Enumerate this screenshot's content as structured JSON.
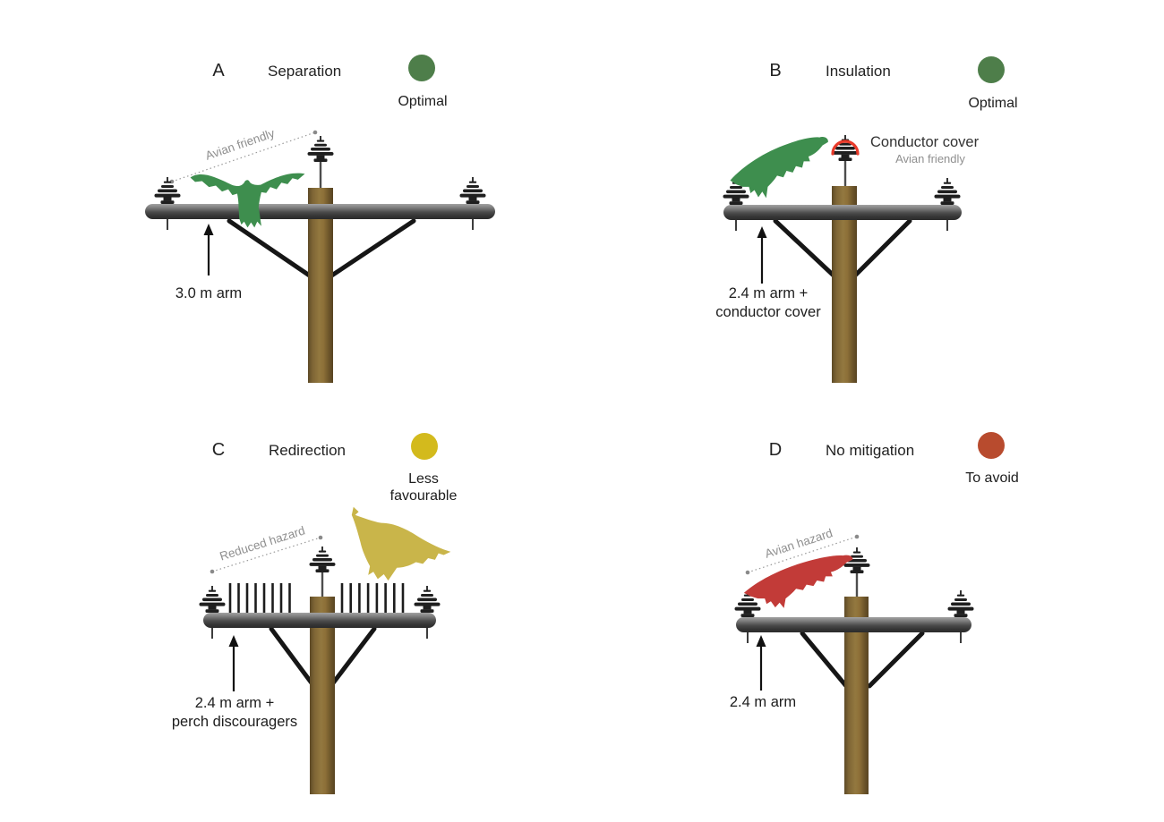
{
  "figure": {
    "background": "#ffffff"
  },
  "panels": [
    {
      "letter": "A",
      "title": "Separation",
      "verdict": "Optimal",
      "verdict_color": "#4e7e4a",
      "span_label": "Avian friendly",
      "arm_label": "3.0 m arm",
      "bird_color": "#3e8e4e"
    },
    {
      "letter": "B",
      "title": "Insulation",
      "verdict": "Optimal",
      "verdict_color": "#4e7e4a",
      "cover_label": "Conductor cover",
      "cover_sublabel": "Avian friendly",
      "arm_label_line1": "2.4 m arm +",
      "arm_label_line2": "conductor cover",
      "bird_color": "#3e8e4e",
      "cover_color": "#e83a2a"
    },
    {
      "letter": "C",
      "title": "Redirection",
      "verdict": "Less favourable",
      "verdict_color": "#d3ba1d",
      "span_label": "Reduced hazard",
      "arm_label_line1": "2.4 m arm +",
      "arm_label_line2": "perch discouragers",
      "bird_color": "#c9b54a"
    },
    {
      "letter": "D",
      "title": "No mitigation",
      "verdict": "To avoid",
      "verdict_color": "#b84b2e",
      "span_label": "Avian hazard",
      "arm_label": "2.4 m arm",
      "bird_color": "#c23b38"
    }
  ]
}
